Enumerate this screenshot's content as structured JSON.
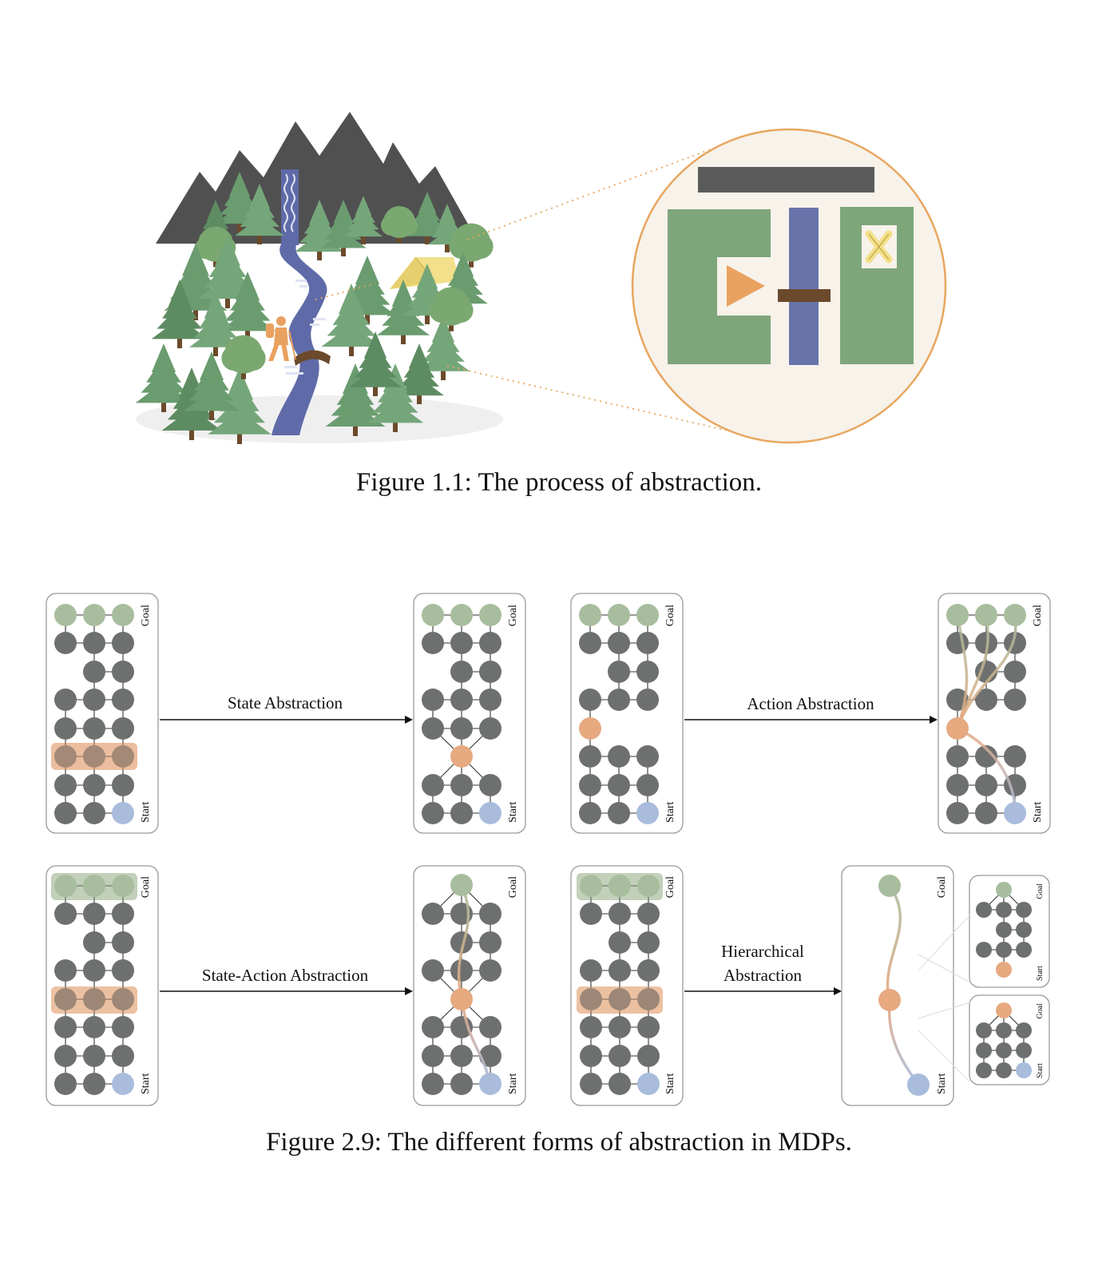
{
  "figure1": {
    "caption": "Figure 1.1: The process of abstraction.",
    "colors": {
      "mountain": "#505050",
      "tree": "#6a9c6f",
      "tree_dark": "#57855c",
      "trunk": "#6b4a2b",
      "river": "#5f6aa8",
      "tent": "#f3e08a",
      "hiker": "#e9a15f",
      "circle_border": "#e8a65f",
      "circle_fill": "#f7f2ea",
      "block_green": "#7ea67b",
      "block_dark": "#5b5b5b",
      "bridge": "#6b4a2b",
      "x_mark": "#f3e08a"
    }
  },
  "figure2": {
    "caption": "Figure 2.9: The different forms of abstraction in MDPs.",
    "goal_label": "Goal",
    "start_label": "Start",
    "arrows": {
      "state": "State Abstraction",
      "action": "Action Abstraction",
      "state_action": "State-Action Abstraction",
      "hierarchical_line1": "Hierarchical",
      "hierarchical_line2": "Abstraction"
    },
    "colors": {
      "node": "#6e7070",
      "goal": "#a8bd9e",
      "start": "#a9bcdc",
      "abstract": "#e6a980",
      "highlight": "#e6a980",
      "goal_highlight": "#a8bd9e",
      "edge": "#333333"
    }
  }
}
